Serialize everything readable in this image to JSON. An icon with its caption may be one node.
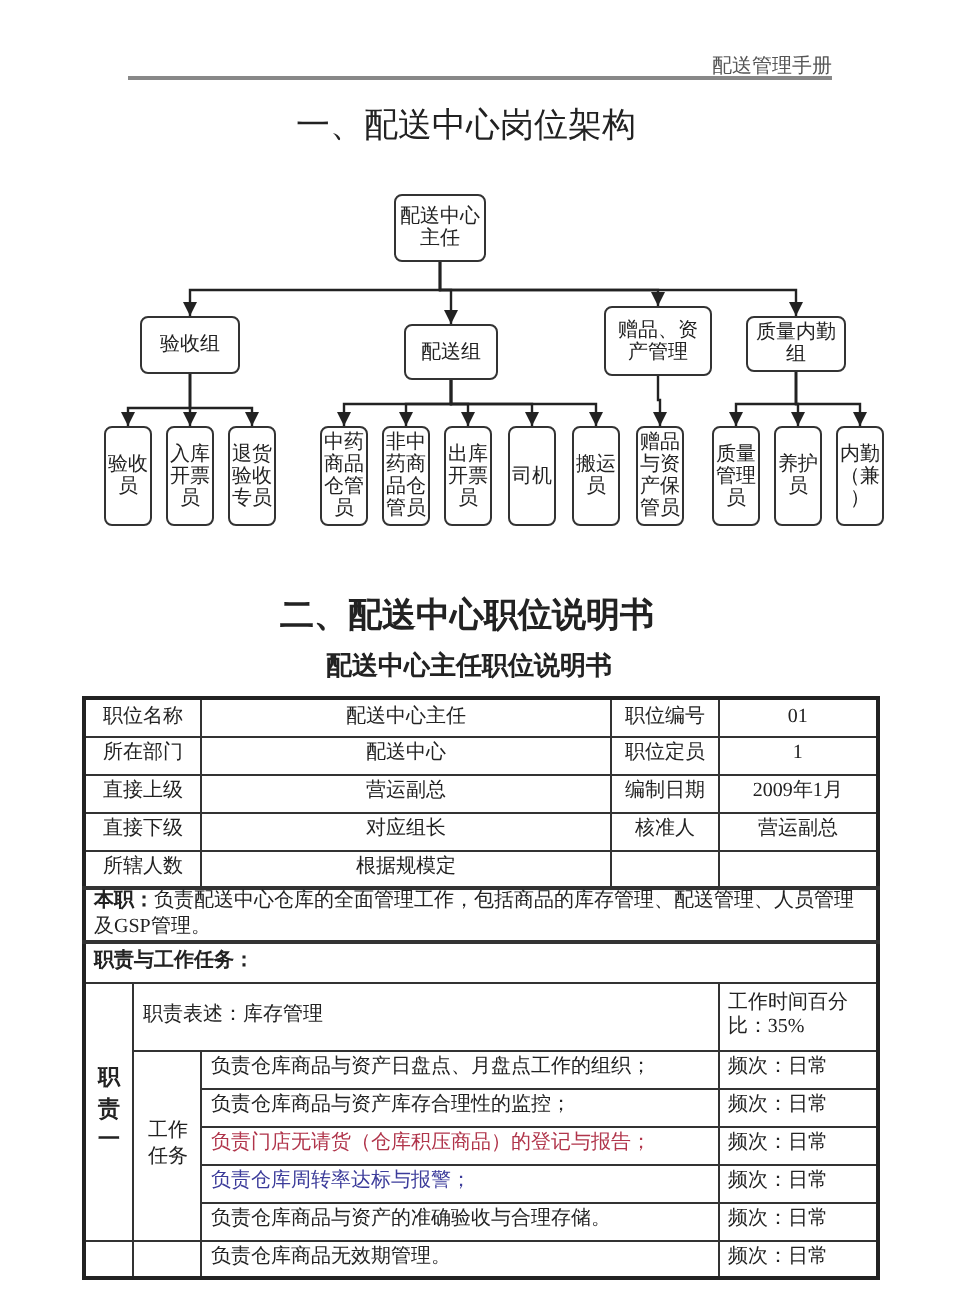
{
  "diagram": {
    "title": "一、配送中心岗位架构",
    "nodes": [
      {
        "text": [
          "配送中心主任"
        ]
      },
      {
        "text": [
          "验收组"
        ]
      },
      {
        "text": [
          "配送组"
        ]
      },
      {
        "text": [
          "赠品、资产管理"
        ]
      },
      {
        "text": [
          "质量内勤组"
        ]
      },
      {
        "text": [
          "验收员"
        ]
      },
      {
        "text": [
          "入库开票员"
        ]
      },
      {
        "text": [
          "退货验收专员"
        ]
      },
      {
        "text": [
          "中药商品仓管员"
        ]
      },
      {
        "text": [
          "非中药商品仓管员"
        ]
      },
      {
        "text": [
          "出库开票员"
        ]
      },
      {
        "text": [
          "司机"
        ]
      },
      {
        "text": [
          "搬运员"
        ]
      },
      {
        "text": [
          "赠品与资产保管员"
        ]
      },
      {
        "text": [
          "质量管理员"
        ]
      },
      {
        "text": [
          "养护员"
        ]
      },
      {
        "text": [
          "内勤（兼）"
        ]
      }
    ],
    "edges": [
      {
        "from": 0,
        "to": 1,
        "arrow": "to"
      },
      {
        "from": 0,
        "to": 2,
        "arrow": "to"
      },
      {
        "from": 0,
        "to": 3,
        "arrow": "to"
      },
      {
        "from": 0,
        "to": 4,
        "arrow": "to"
      },
      {
        "from": 1,
        "to": 5,
        "arrow": "to"
      },
      {
        "from": 1,
        "to": 6,
        "arrow": "to"
      },
      {
        "from": 1,
        "to": 7,
        "arrow": "to"
      },
      {
        "from": 2,
        "to": 8,
        "arrow": "to"
      },
      {
        "from": 2,
        "to": 9,
        "arrow": "to"
      },
      {
        "from": 2,
        "to": 10,
        "arrow": "to"
      },
      {
        "from": 2,
        "to": 11,
        "arrow": "to"
      },
      {
        "from": 2,
        "to": 12,
        "arrow": "to"
      },
      {
        "from": 3,
        "to": 13,
        "arrow": "to"
      },
      {
        "from": 4,
        "to": 14,
        "arrow": "to"
      },
      {
        "from": 4,
        "to": 15,
        "arrow": "to"
      },
      {
        "from": 4,
        "to": 16,
        "arrow": "to"
      }
    ],
    "labels": [
      "配送管理手册",
      "二、配送中心职位说明书",
      "配送中心主任职位说明书",
      "职位名称",
      "配送中心主任",
      "职位编号",
      "01",
      "所在部门",
      "配送中心",
      "职位定员",
      "1",
      "直接上级",
      "营运副总",
      "编制日期",
      "2009年1月",
      "直接下级",
      "对应组长",
      "核准人",
      "营运副总",
      "所辖人数",
      "根据规模定",
      "**本职：**负责配送中心仓库的全面管理工作，包括商品的库存管理、配送管理、人员管理及GSP管理。",
      "职责与工作任务：",
      "职责一",
      "职责表述：库存管理",
      "工作时间百分比：35%",
      "工作任务",
      "负责仓库商品与资产日盘点、月盘点工作的组织；",
      "频次：日常",
      "负责仓库商品与资产库存合理性的监控；",
      "频次：日常",
      "负责门店无请货（仓库积压商品）的登记与报告；",
      "频次：日常",
      "负责仓库周转率达标与报警；",
      "频次：日常",
      "负责仓库商品与资产的准确验收与合理存储。",
      "频次：日常",
      "负责仓库商品无效期管理。",
      "频次：日常"
    ]
  }
}
